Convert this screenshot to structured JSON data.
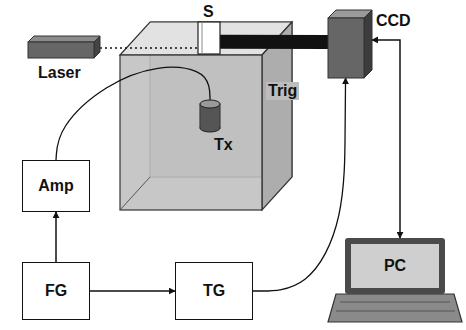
{
  "diagram": {
    "nodes": [
      {
        "text": [
          "Laser"
        ]
      },
      {
        "text": [
          "S"
        ]
      },
      {
        "text": [
          "Tx"
        ]
      },
      {
        "text": [
          "CCD"
        ]
      },
      {
        "text": [
          "Amp"
        ]
      },
      {
        "text": [
          "FG"
        ]
      },
      {
        "text": [
          "TG"
        ]
      },
      {
        "text": [
          "PC"
        ]
      }
    ],
    "edges": [
      {
        "from": 0,
        "to": 1,
        "arrow": "none"
      },
      {
        "from": 1,
        "to": 3,
        "arrow": "none"
      },
      {
        "from": 4,
        "to": 2,
        "arrow": "none"
      },
      {
        "from": 5,
        "to": 4,
        "arrow": "to"
      },
      {
        "from": 5,
        "to": 6,
        "arrow": "to"
      },
      {
        "from": 6,
        "to": 3,
        "arrow": "to",
        "label": "Trig"
      },
      {
        "from": 3,
        "to": 7,
        "arrow": "both"
      }
    ]
  }
}
